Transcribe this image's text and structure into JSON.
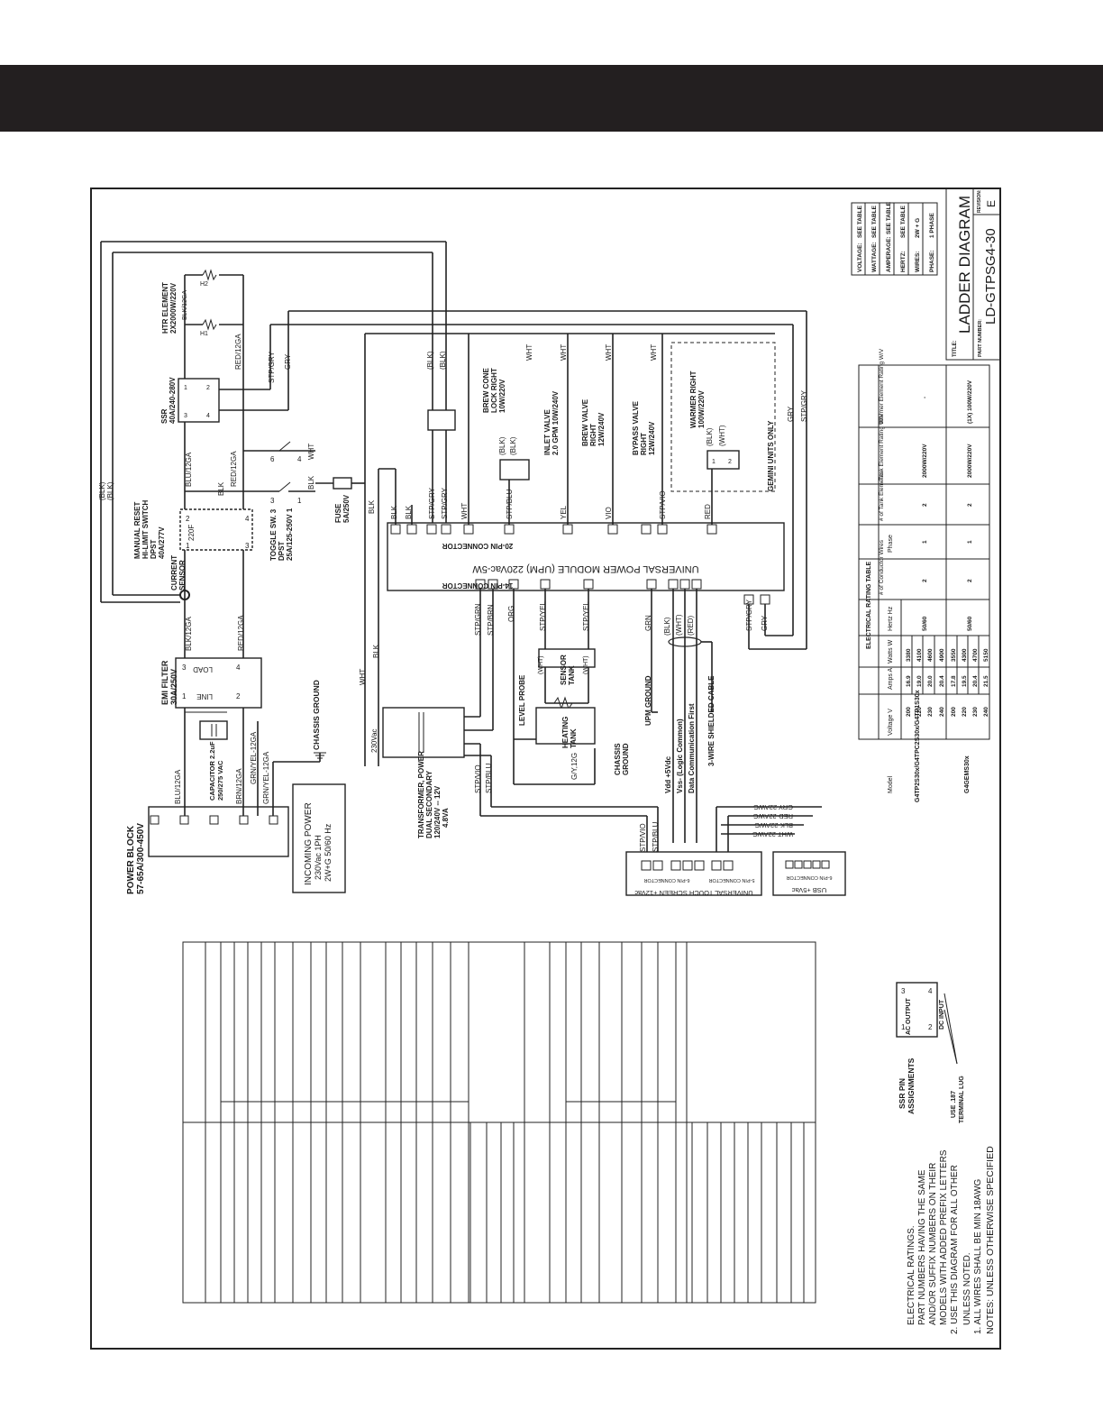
{
  "power_block": {
    "title": "POWER BLOCK",
    "rating": "57-65A/300-450V"
  },
  "incoming_power": {
    "title": "INCOMING POWER",
    "line1": "230Vac 1PH",
    "line2": "2W+G 50/60 Hz"
  },
  "capacitor": {
    "title": "CAPACITOR 2.2uF",
    "rating": "250/275 VAC"
  },
  "emi_filter": {
    "title": "EMI FILTER",
    "rating": "30A/250V",
    "load": "LOAD",
    "line": "LINE"
  },
  "chassis_ground": "CHASSIS GROUND",
  "current_sensor": "CURRENT SENSOR",
  "manual_reset": {
    "line1": "MANUAL RESET",
    "line2": "HI-LIMIT SWITCH",
    "line3": "DPST",
    "line4": "40A/277V",
    "temp": "220F"
  },
  "toggle_switch": {
    "line1": "TOGGLE SW. 3",
    "line2": "DPST",
    "line3": "25A/125-250V 1"
  },
  "fuse": {
    "line1": "FUSE",
    "line2": "5A/250V"
  },
  "ssr": {
    "line1": "SSR",
    "line2": "40A/240-280V"
  },
  "heater": {
    "line1": "HTR ELEMENT",
    "line2": "2X2000W/220V"
  },
  "transformer": {
    "line1": "TRANSFORMER, POWER",
    "line2": "DUAL SECONDARY",
    "line3": "120/240V -- 12V",
    "line4": "4.8VA",
    "primary": "230Vac"
  },
  "upm": {
    "title": "UNIVERSAL POWER MODULE (UPM) 220Vac-5W",
    "pin20": "20-PIN CONNECTOR",
    "pin14": "14-PIN CONNECTOR"
  },
  "loads": {
    "brew_cone": [
      "BREW CONE",
      "LOCK RIGHT",
      "10W/220V"
    ],
    "inlet_valve": [
      "INLET VALVE",
      "2.0 GPM 10W/240V"
    ],
    "brew_valve": [
      "BREW VALVE",
      "RIGHT",
      "12W/240V"
    ],
    "bypass_valve": [
      "BYPASS VALVE",
      "RIGHT",
      "12W/240V"
    ],
    "warmer": [
      "WARMER RIGHT",
      "100W/220V"
    ],
    "gemini": "GEMINI UNITS ONLY"
  },
  "sensors": {
    "level_probe": "LEVEL PROBE",
    "sensor_tank": [
      "SENSOR",
      "TANK"
    ],
    "heating_tank": [
      "HEATING",
      "TANK"
    ],
    "chassis_ground2": [
      "CHASSIS",
      "GROUND"
    ],
    "upm_ground": "UPM GROUND",
    "shielded_cable": "3-WIRE SHIELDED CABLE",
    "vdd": "Vdd +5Vdc",
    "vss": "Vss- (Logic Common)",
    "data": "Data Communication First"
  },
  "wire_labels": {
    "blu12": "BLU/12GA",
    "brn12": "BRN/12GA",
    "grnyel12": "GRN/YEL-12GA",
    "blk12": "BLK/12GA",
    "red12": "RED/12GA",
    "blk": "BLK",
    "red": "RED",
    "wht": "WHT",
    "yel": "YEL",
    "vio": "VIO",
    "grn": "GRN",
    "org": "ORG",
    "gry": "GRY",
    "stpgry": "STP/GRY",
    "stpblu": "STP/BLU",
    "stpvio": "STP/VIO",
    "stpgrn": "STP/GRN",
    "stpbrn": "STP/BRN",
    "stpyel": "STP/YEL",
    "blk_paren": "(BLK)",
    "wht_paren": "(WHT)",
    "red_paren": "(RED)",
    "gy12": "G/Y,12G"
  },
  "touch_screen": {
    "title": "UNIVERSAL TOUCH SCREEN +12Vac",
    "conn6": "6-PIN CONNECTOR",
    "conn5": "5-PIN CONNECTOR"
  },
  "usb": {
    "title": "USB +5Vac",
    "conn": "6-PIN CONNECTOR"
  },
  "usb_wires": [
    "GRY-22AWG",
    "RED-22AWG",
    "BLK-22AWG",
    "WHT-22AWG"
  ],
  "rating_table": {
    "title": "ELECTRICAL RATING TABLE",
    "headers": [
      "Model",
      "Voltage V",
      "Amps A",
      "Watts W",
      "Hertz Hz",
      "# of Conductor Wires",
      "Phase",
      "# of Tank Elements",
      "Tank Element Rating W/V",
      "Warmer Element Rating W/V"
    ],
    "groups": [
      {
        "model": "G4TP2S30x/G4TPC2S30x/G4TP1S30x",
        "hertz": "50/60",
        "wires": "2",
        "phase": "1",
        "elements": "2",
        "tank": "2000W/220V",
        "warmer": "-",
        "rows": [
          [
            "200",
            "16.9",
            "3380"
          ],
          [
            "220",
            "19.0",
            "4100"
          ],
          [
            "230",
            "20.0",
            "4600"
          ],
          [
            "240",
            "20.4",
            "4900"
          ]
        ]
      },
      {
        "model": "G4GEMS30x",
        "hertz": "50/60",
        "wires": "2",
        "phase": "1",
        "elements": "2",
        "tank": "2000W/220V",
        "warmer": "(1X) 100W/220V",
        "rows": [
          [
            "200",
            "17.8",
            "3550"
          ],
          [
            "220",
            "19.5",
            "4300"
          ],
          [
            "230",
            "20.4",
            "4700"
          ],
          [
            "240",
            "21.5",
            "5150"
          ]
        ]
      }
    ]
  },
  "spec_box": [
    [
      "VOLTAGE:",
      "SEE TABLE"
    ],
    [
      "WATTAGE:",
      "SEE TABLE"
    ],
    [
      "AMPERAGE:",
      "SEE TABLE"
    ],
    [
      "HERTZ:",
      "SEE TABLE"
    ],
    [
      "WIRES:",
      "2W + G"
    ],
    [
      "PHASE:",
      "1 PHASE"
    ]
  ],
  "title_block": {
    "title_label": "TITLE:",
    "title": "LADDER DIAGRAM",
    "part_label": "PART NUMBER:",
    "part": "LD-GTPSG4-30",
    "rev_label": "REVISION:",
    "rev": "E"
  },
  "ssr_pins": {
    "title1": "SSR PIN",
    "title2": "ASSIGNMENTS",
    "ac": "AC OUTPUT",
    "dc": "DC INPUT",
    "lug1": "USE .187",
    "lug2": "TERMINAL LUG"
  },
  "notes": {
    "header": "NOTES: UNLESS OTHERWISE SPECIFIED",
    "lines": [
      "1. ALL WIRES SHALL BE MIN 18AWG",
      "UNLESS NOTED.",
      "2. USE THIS DIAGRAM FOR ALL OTHER",
      "MODELS WITH ADDED PREFIX LETTERS",
      "AND/OR SUFFIX NUMBERS ON THEIR",
      "PART NUMBERS HAVING THE SAME",
      "ELECTRICAL RATINGS."
    ]
  }
}
